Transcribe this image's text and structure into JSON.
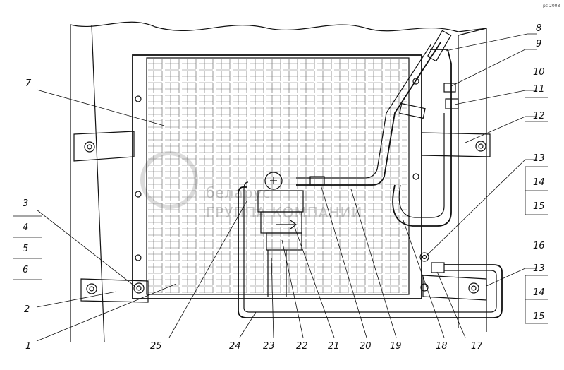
{
  "watermark": {
    "company_line": "ГРУППА КОМПАНИЙ"
  },
  "corner_mark": "рс 2008",
  "labels": {
    "l1": "1",
    "l2": "2",
    "l3": "3",
    "l4": "4",
    "l5": "5",
    "l6": "6",
    "l7": "7",
    "l8": "8",
    "l9": "9",
    "l10": "10",
    "l11": "11",
    "l12": "12",
    "l13a": "13",
    "l14a": "14",
    "l15a": "15",
    "l16": "16",
    "l13b": "13",
    "l14b": "14",
    "l15b": "15",
    "l17": "17",
    "l18": "18",
    "l19": "19",
    "l20": "20",
    "l21": "21",
    "l22": "22",
    "l23": "23",
    "l24": "24",
    "l25": "25"
  }
}
